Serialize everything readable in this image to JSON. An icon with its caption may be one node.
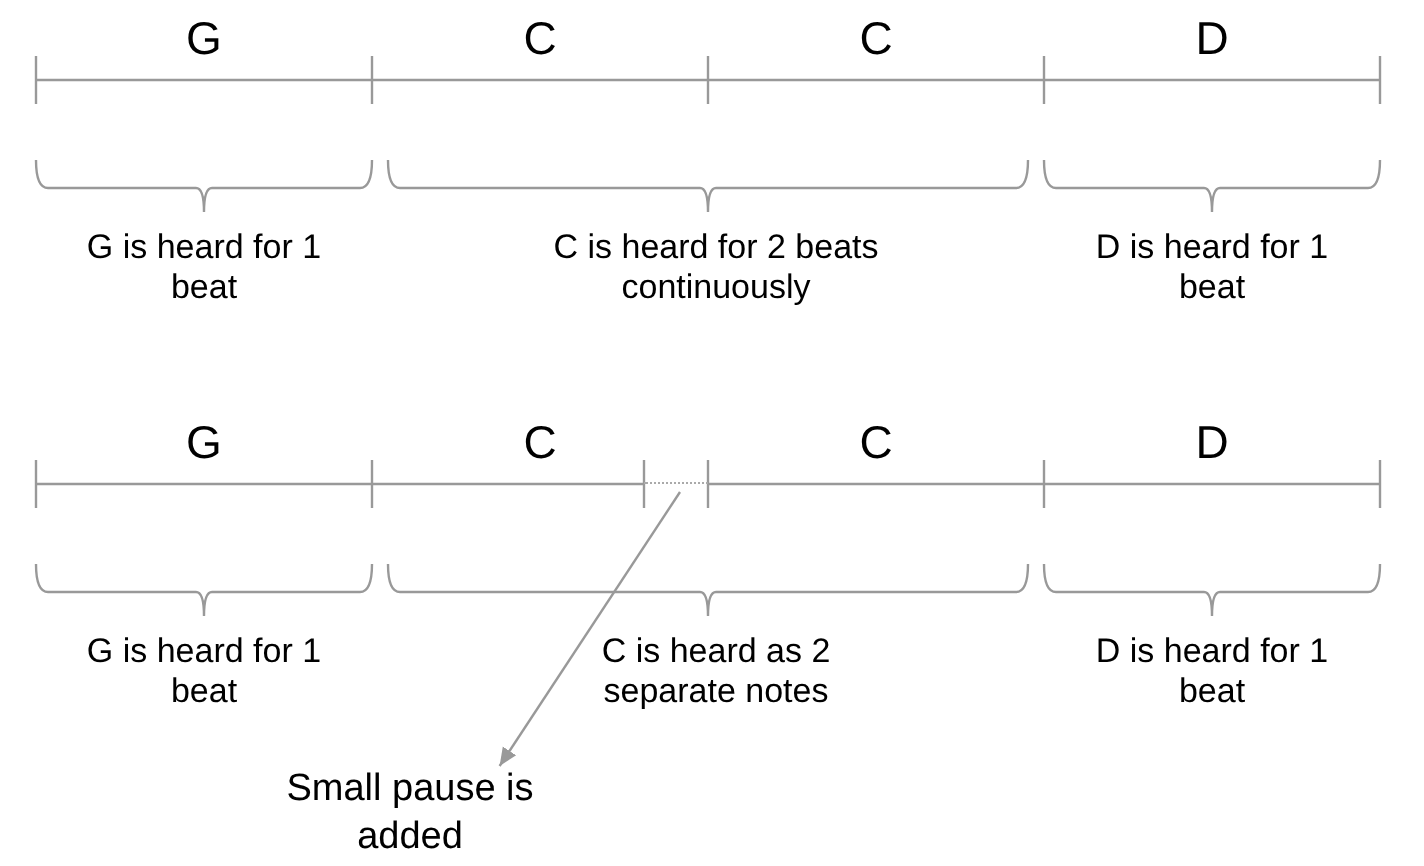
{
  "diagram": {
    "nodes": [
      {
        "text": [],
        "shape": "bar"
      },
      {
        "text": [
          "Small pause is added"
        ]
      }
    ],
    "edges": [
      {
        "from": 0,
        "to": 1,
        "arrow": "to"
      }
    ],
    "labels": [
      "G",
      "C",
      "C",
      "D",
      "G is heard for 1 beat",
      "C is heard for 2 beats continuously",
      "D is heard for 1 beat",
      "G",
      "C",
      "C",
      "D",
      "G is heard for 1 beat",
      "C is heard as 2 separate notes",
      "D is heard for 1 beat"
    ]
  }
}
